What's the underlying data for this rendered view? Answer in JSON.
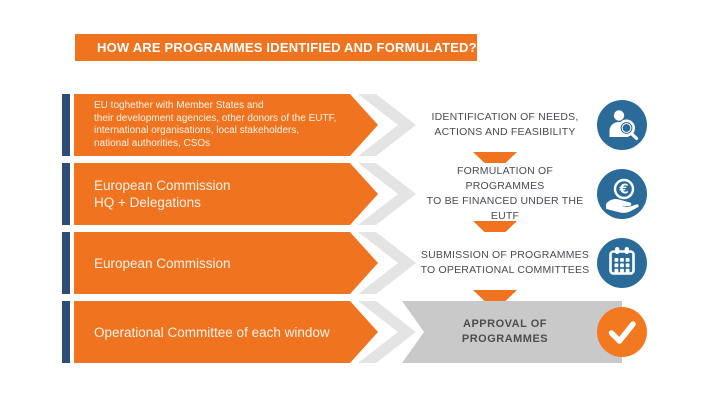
{
  "header": {
    "title": "HOW ARE PROGRAMMES IDENTIFIED AND FORMULATED?"
  },
  "rows": [
    {
      "source": "EU toghether with Member States and\ntheir development agencies, other donors of the EUTF,\ninternational organisations, local stakeholders,\nnational authorities, CSOs",
      "step": "IDENTIFICATION OF NEEDS,\nACTIONS AND FEASIBILITY",
      "icon": "person-search-icon"
    },
    {
      "source": "European Commission\nHQ + Delegations",
      "step": "FORMULATION OF PROGRAMMES\nTO BE FINANCED UNDER THE EUTF",
      "icon": "euro-hand-icon"
    },
    {
      "source": "European Commission",
      "step": "SUBMISSION OF PROGRAMMES\nTO OPERATIONAL COMMITTEES",
      "icon": "calendar-icon"
    },
    {
      "source": "Operational Committee of each window",
      "step": "APPROVAL OF PROGRAMMES",
      "icon": "check-icon"
    }
  ],
  "flow": {
    "connector_icon": "down-triangle"
  },
  "colors": {
    "orange": "#f0741f",
    "navy_bar": "#2e4d76",
    "icon_blue": "#2b6b99",
    "chevron_gray": "#e4e4e4",
    "approval_panel_gray": "#c9c9c9",
    "step_text": "#464b53",
    "source_text": "#fdf2e9"
  }
}
